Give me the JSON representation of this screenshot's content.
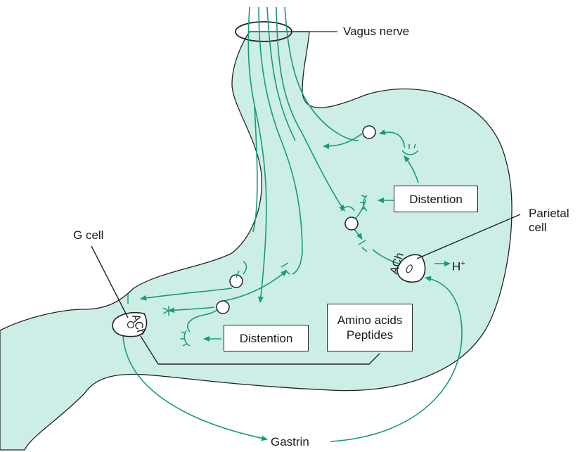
{
  "labels": {
    "vagus_nerve": "Vagus nerve",
    "parietal_cell": [
      "Parietal",
      "cell"
    ],
    "g_cell": "G cell",
    "distention": "Distention",
    "amino_acids": [
      "Amino acids",
      "Peptides"
    ],
    "ach": "ACh",
    "hydrogen": "H",
    "hydrogen_charge": "+",
    "gastrin": "Gastrin"
  },
  "colors": {
    "stomach_fill": "#cdeee6",
    "nerve": "#159a80",
    "outline": "#222222"
  }
}
